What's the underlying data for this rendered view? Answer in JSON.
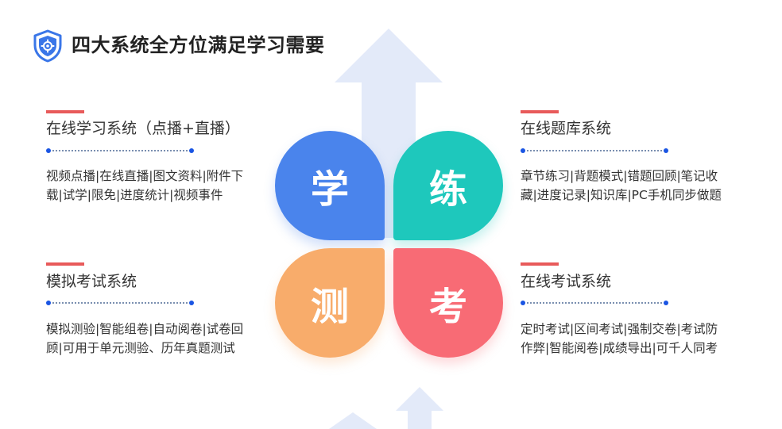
{
  "header": {
    "title": "四大系统全方位满足学习需要",
    "icon": "shield-gear-icon",
    "icon_color": "#3a76e8"
  },
  "center": {
    "petals": [
      {
        "label": "学",
        "color": "#4a84ec"
      },
      {
        "label": "练",
        "color": "#1ec8bc"
      },
      {
        "label": "测",
        "color": "#f8ac6b"
      },
      {
        "label": "考",
        "color": "#f86b75"
      }
    ]
  },
  "sections": {
    "top_left": {
      "title": "在线学习系统（点播+直播）",
      "lines": [
        "视频点播|在线直播|图文资料|附件下",
        "载|试学|限免|进度统计|视频事件"
      ]
    },
    "top_right": {
      "title": "在线题库系统",
      "lines": [
        "章节练习|背题模式|错题回顾|笔记收",
        "藏|进度记录|知识库|PC手机同步做题"
      ]
    },
    "bottom_left": {
      "title": "模拟考试系统",
      "lines": [
        "模拟测验|智能组卷|自动阅卷|试卷回",
        "顾|可用于单元测验、历年真题测试"
      ]
    },
    "bottom_right": {
      "title": "在线考试系统",
      "lines": [
        "定时考试|区间考试|强制交卷|考试防",
        "作弊|智能阅卷|成绩导出|可千人同考"
      ]
    }
  },
  "colors": {
    "accent_bar": "#e85a5a",
    "dot": "#1a55e3",
    "arrow_bg": "#e3eaf9"
  }
}
